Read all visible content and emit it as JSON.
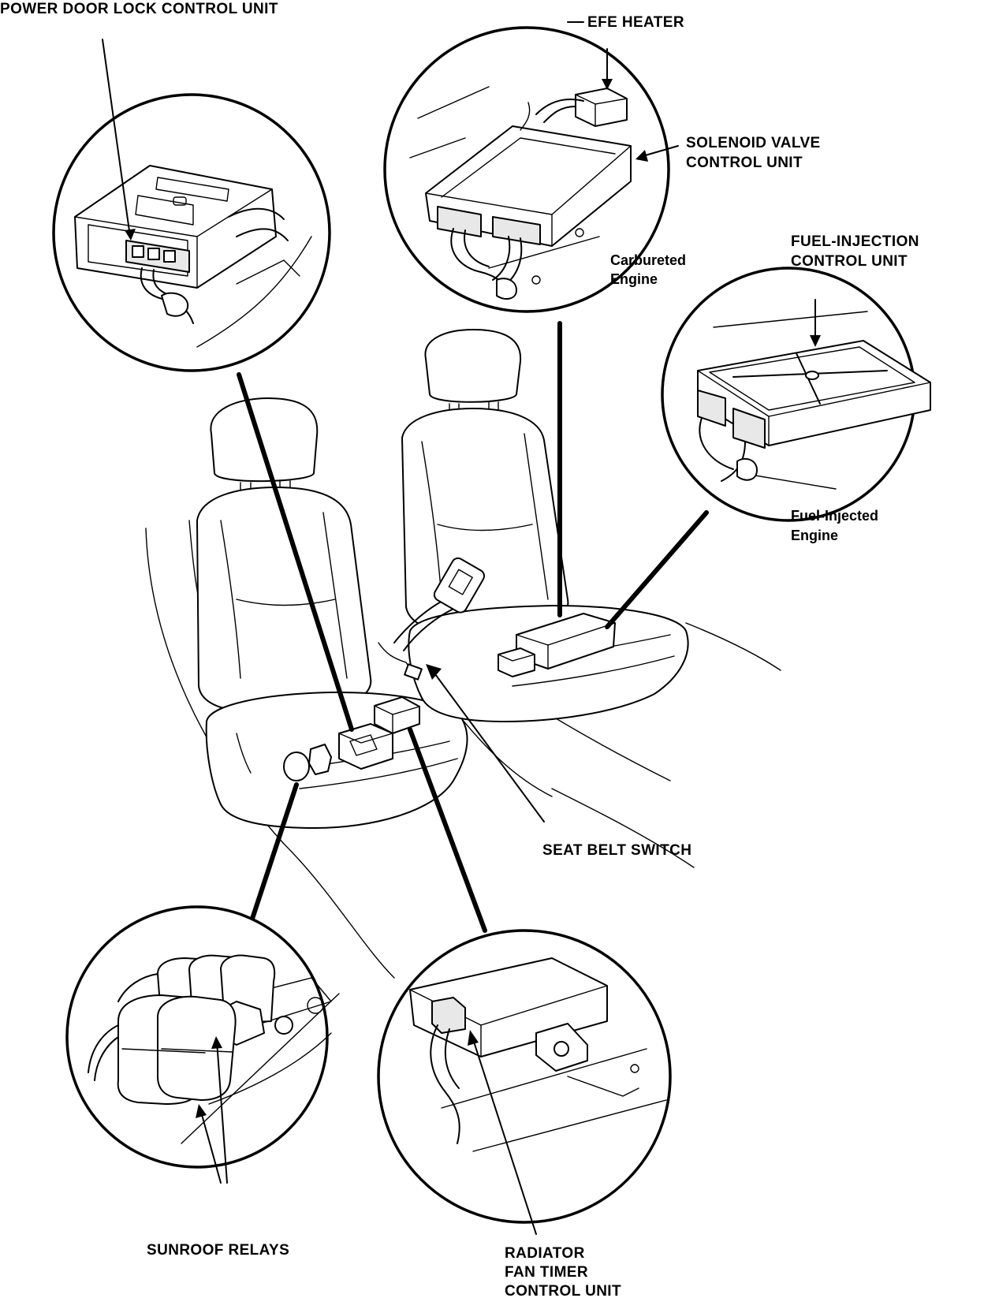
{
  "labels": {
    "power_door_lock": "POWER DOOR LOCK CONTROL UNIT",
    "efe_heater": "EFE HEATER",
    "solenoid_line1": "SOLENOID VALVE",
    "solenoid_line2": "CONTROL UNIT",
    "carbureted_line1": "Carbureted",
    "carbureted_line2": "Engine",
    "fuel_injection_line1": "FUEL-INJECTION",
    "fuel_injection_line2": "CONTROL UNIT",
    "fuel_injected_line1": "Fuel-Injected",
    "fuel_injected_line2": "Engine",
    "seat_belt_switch": "SEAT BELT SWITCH",
    "sunroof_relays": "SUNROOF RELAYS",
    "radiator_line1": "RADIATOR",
    "radiator_line2": "FAN TIMER",
    "radiator_line3": "CONTROL UNIT"
  },
  "colors": {
    "ink": "#000000",
    "paper": "#ffffff"
  }
}
